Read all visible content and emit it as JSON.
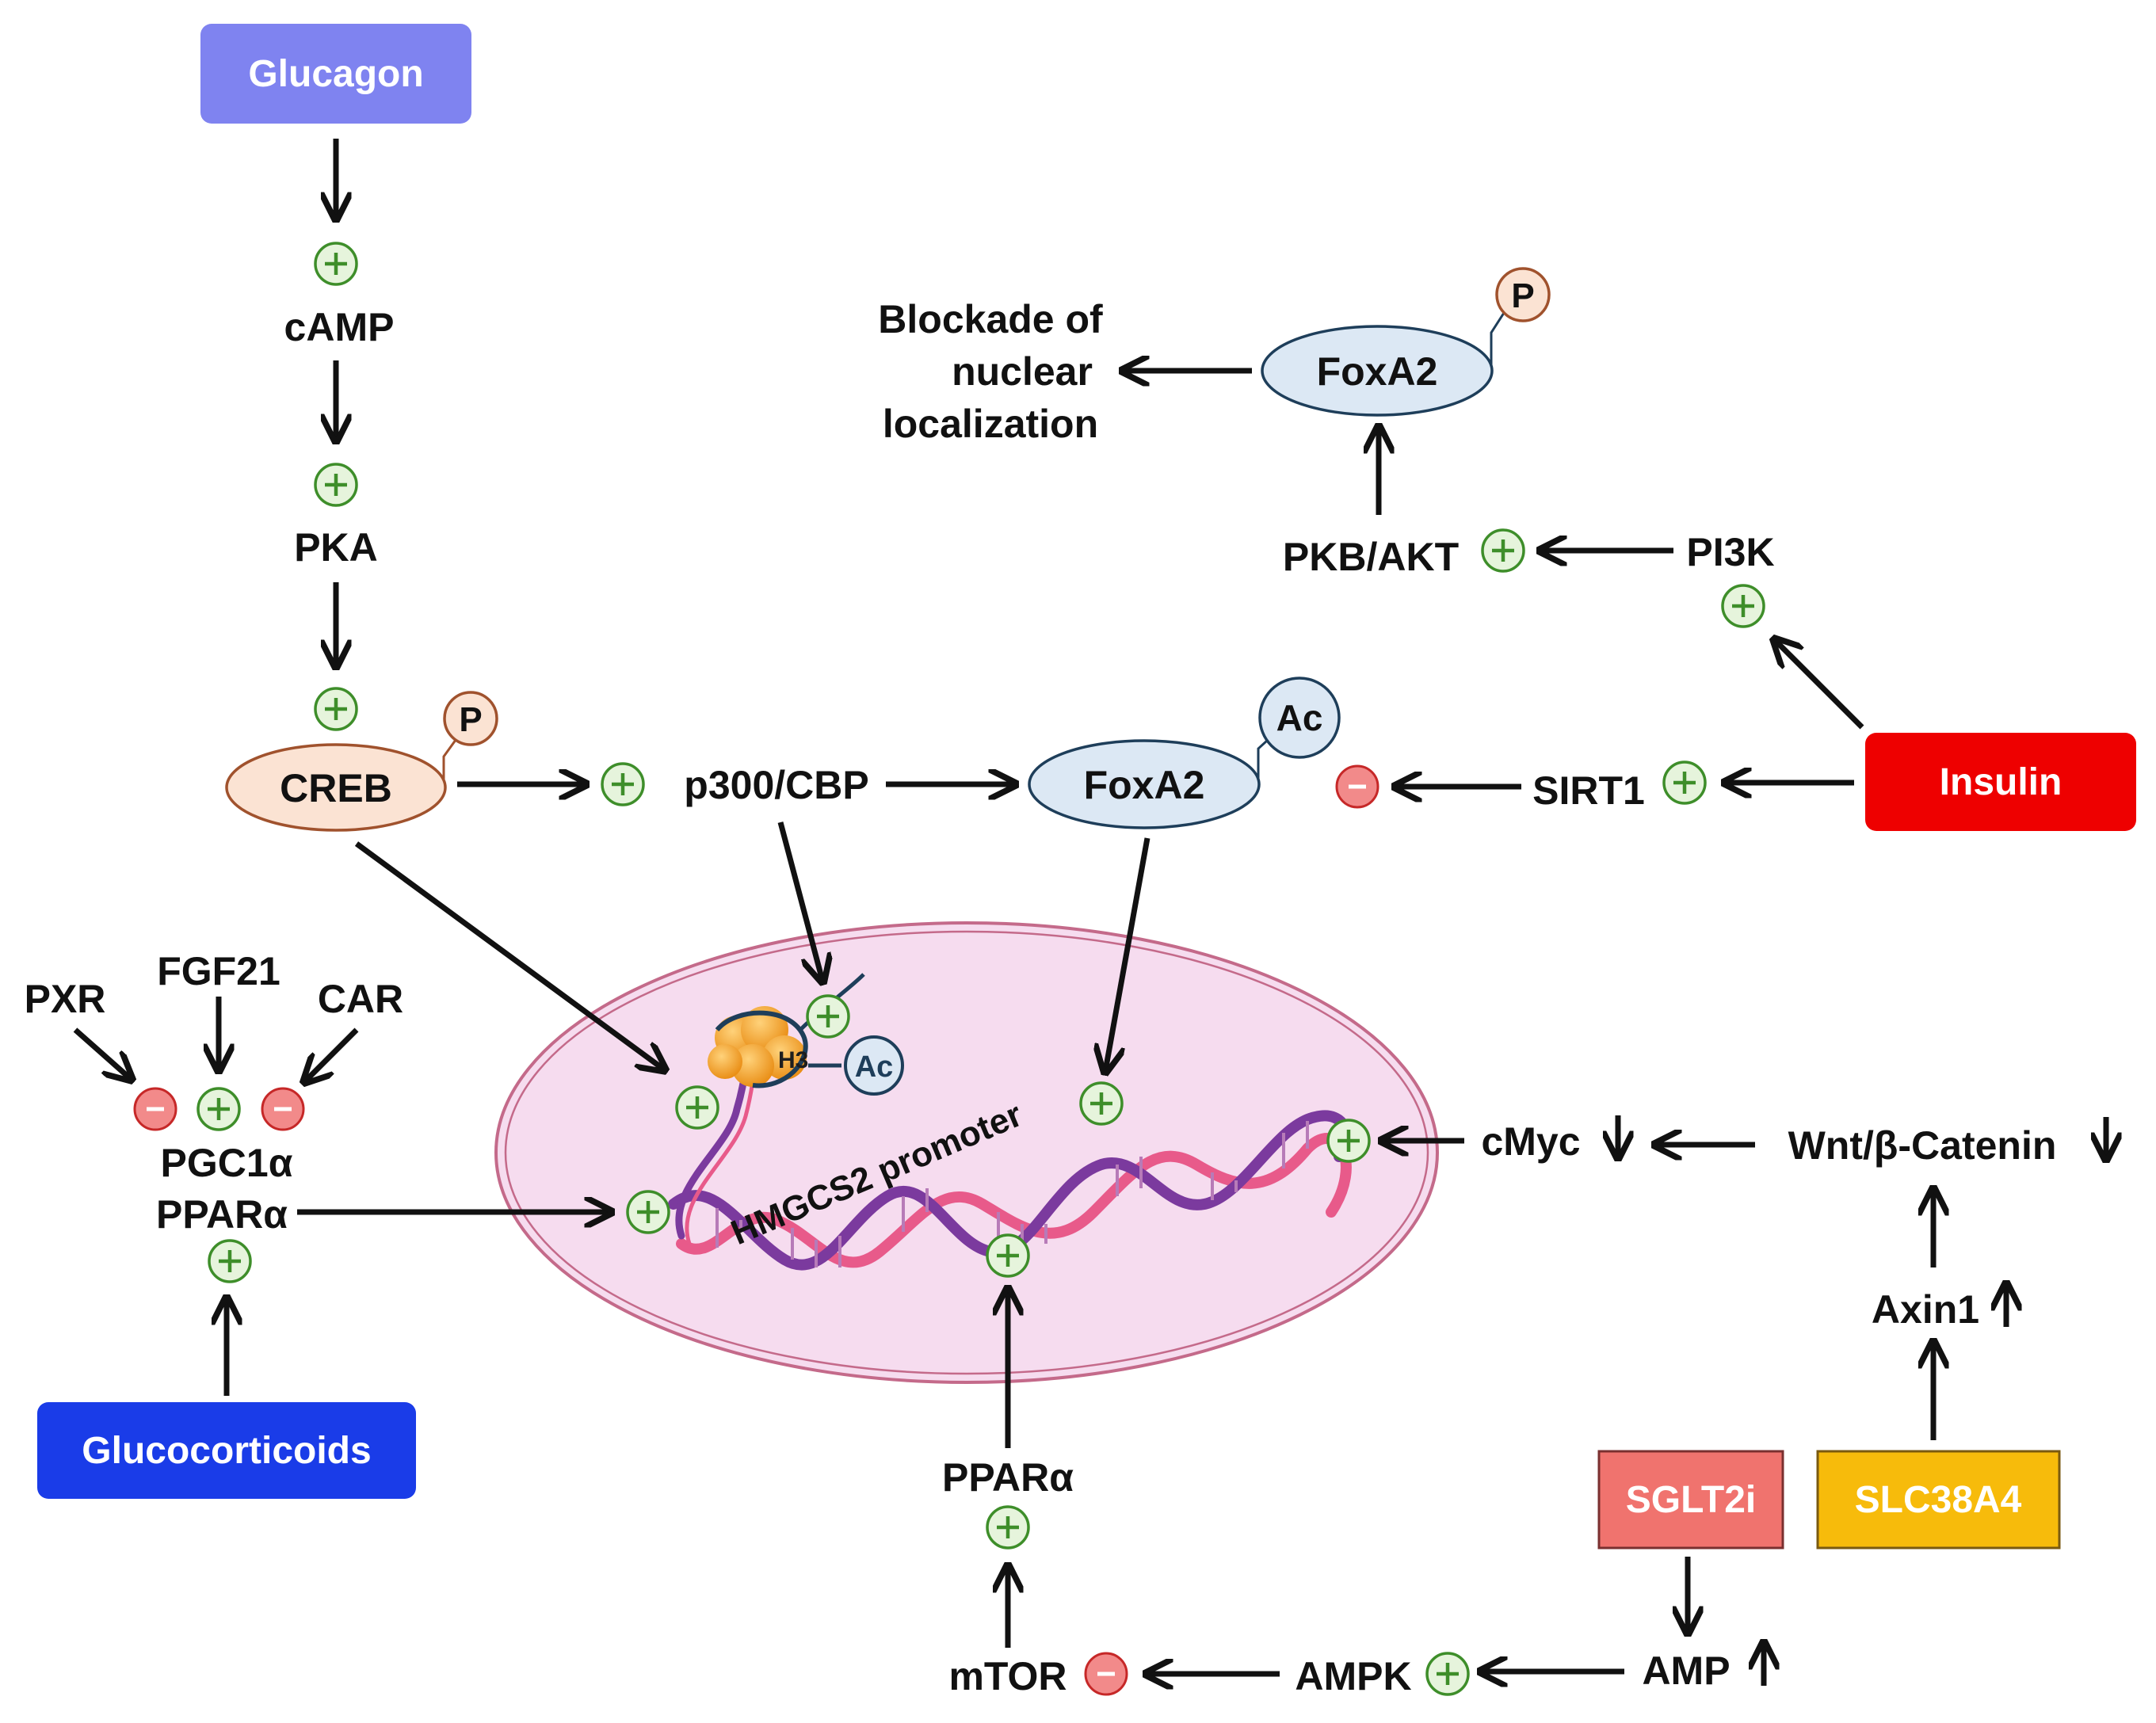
{
  "colors": {
    "glucagon": "#7f83f0",
    "insulin": "#ee0000",
    "glucocorticoids": "#1a3ce8",
    "sglt2i": "#f0736e",
    "slc38a4": "#f7bb0b",
    "nucleus_fill": "#f6dcef",
    "nucleus_stroke": "#c46a8a",
    "creb_fill": "#fbe3d3",
    "foxa2_fill": "#dce8f4",
    "plus": "#3e8e2a",
    "minus": "#d32f2f"
  },
  "boxes": {
    "glucagon": "Glucagon",
    "insulin": "Insulin",
    "glucocorticoids": "Glucocorticoids",
    "sglt2i": "SGLT2i",
    "slc38a4": "SLC38A4"
  },
  "ovals": {
    "creb": "CREB",
    "foxa2_ac": "FoxA2",
    "foxa2_p": "FoxA2"
  },
  "tags": {
    "p": "P",
    "ac": "Ac",
    "h3": "H3",
    "histone_ac": "Ac"
  },
  "labels": {
    "camp": "cAMP",
    "pka": "PKA",
    "p300": "p300/CBP",
    "sirt1": "SIRT1",
    "pi3k": "PI3K",
    "pkb_akt": "PKB/AKT",
    "blockade_line1": "Blockade of",
    "blockade_line2": "nuclear",
    "blockade_line3": "localization",
    "pxr": "PXR",
    "fgf21": "FGF21",
    "car": "CAR",
    "pgc1a": "PGC1α",
    "ppara_left": "PPARα",
    "ppara_bottom": "PPARα",
    "mtor": "mTOR",
    "ampk": "AMPK",
    "amp": "AMP",
    "axin1": "Axin1",
    "cmyc": "cMyc",
    "wnt": "Wnt/β-Catenin",
    "promoter": "HMGCS2 promoter"
  },
  "signs": {
    "plus": "+",
    "minus": "−"
  }
}
